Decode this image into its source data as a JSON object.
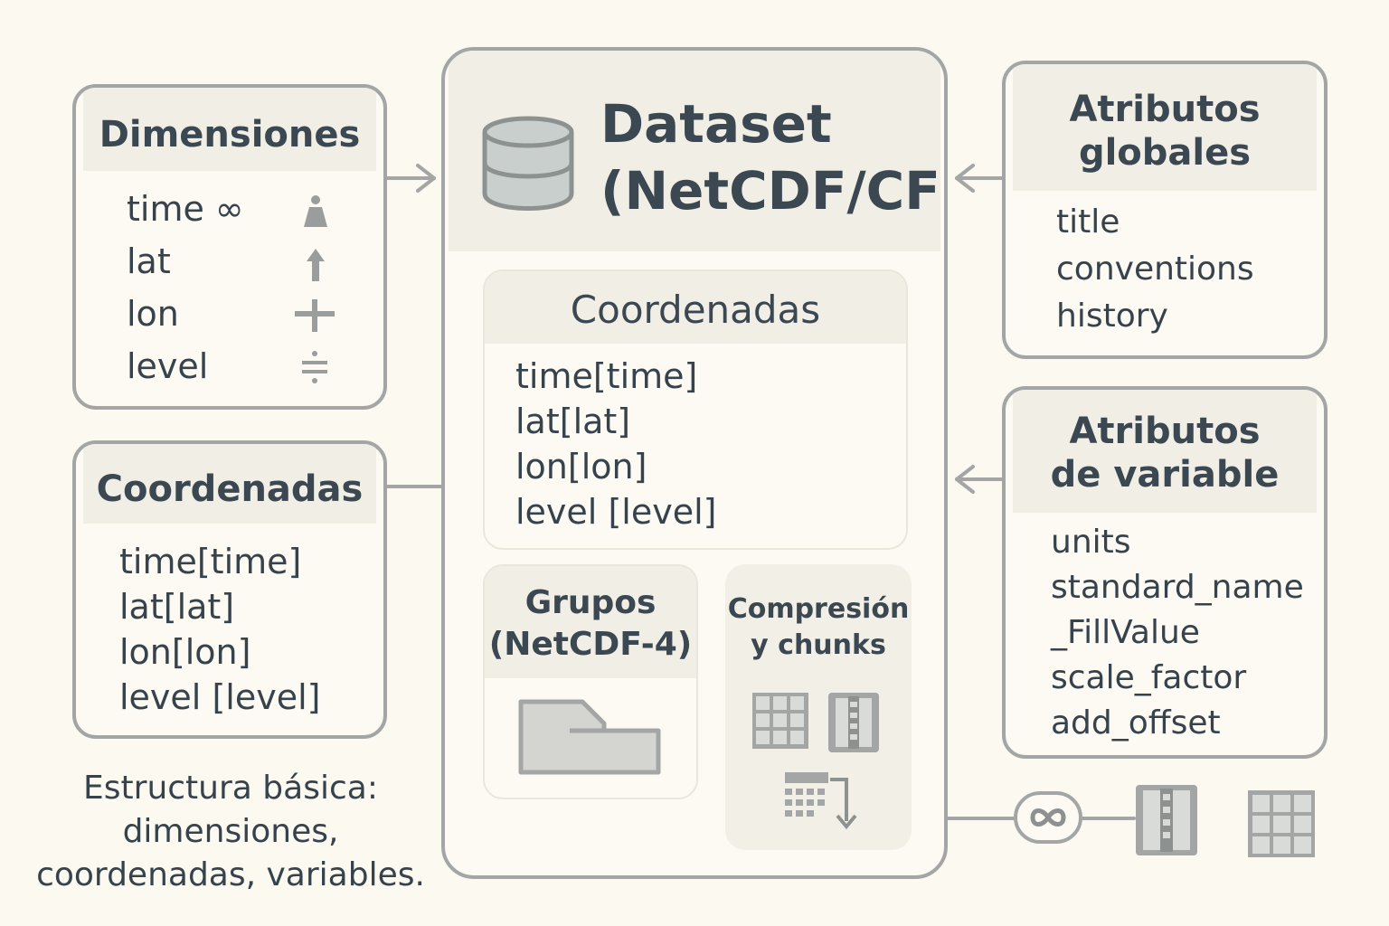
{
  "dimensions": {
    "title": "Dimensiones",
    "items": [
      "time ∞",
      "lat",
      "lon",
      "level"
    ]
  },
  "coords_left": {
    "title": "Coordenadas",
    "items": [
      "time[time]",
      "lat[lat]",
      "lon[lon]",
      "level [level]"
    ]
  },
  "caption": {
    "lines": [
      "Estructura básica:",
      "dimensiones,",
      "coordenadas, variables."
    ]
  },
  "dataset": {
    "title_line1": "Dataset",
    "title_line2": "(NetCDF/CF)",
    "icon": "database-icon",
    "coords": {
      "title": "Coordenadas",
      "items": [
        "time[time]",
        "lat[lat]",
        "lon[lon]",
        "level [level]"
      ]
    },
    "groups": {
      "title_line1": "Grupos",
      "title_line2": "(NetCDF-4)",
      "icon": "folder-icon"
    },
    "compression": {
      "title_line1": "Compresión",
      "title_line2": "y chunks",
      "icons": [
        "grid-icon",
        "zip-icon",
        "chunk-arrow-icon"
      ]
    }
  },
  "global_attrs": {
    "title_line1": "Atributos",
    "title_line2": "globales",
    "items": [
      "title",
      "conventions",
      "history"
    ]
  },
  "var_attrs": {
    "title_line1": "Atributos",
    "title_line2": "de variable",
    "items": [
      "units",
      "standard_name",
      "_FillValue",
      "scale_factor",
      "add_offset"
    ]
  },
  "bottom_icons": [
    "infinity-icon",
    "zip-icon",
    "grid-icon"
  ],
  "colors": {
    "background": "#fcf9f0",
    "border": "#a3a6a5",
    "header": "#f0eee5",
    "text": "#36434d",
    "icon_fill": "#c9cfcc"
  }
}
